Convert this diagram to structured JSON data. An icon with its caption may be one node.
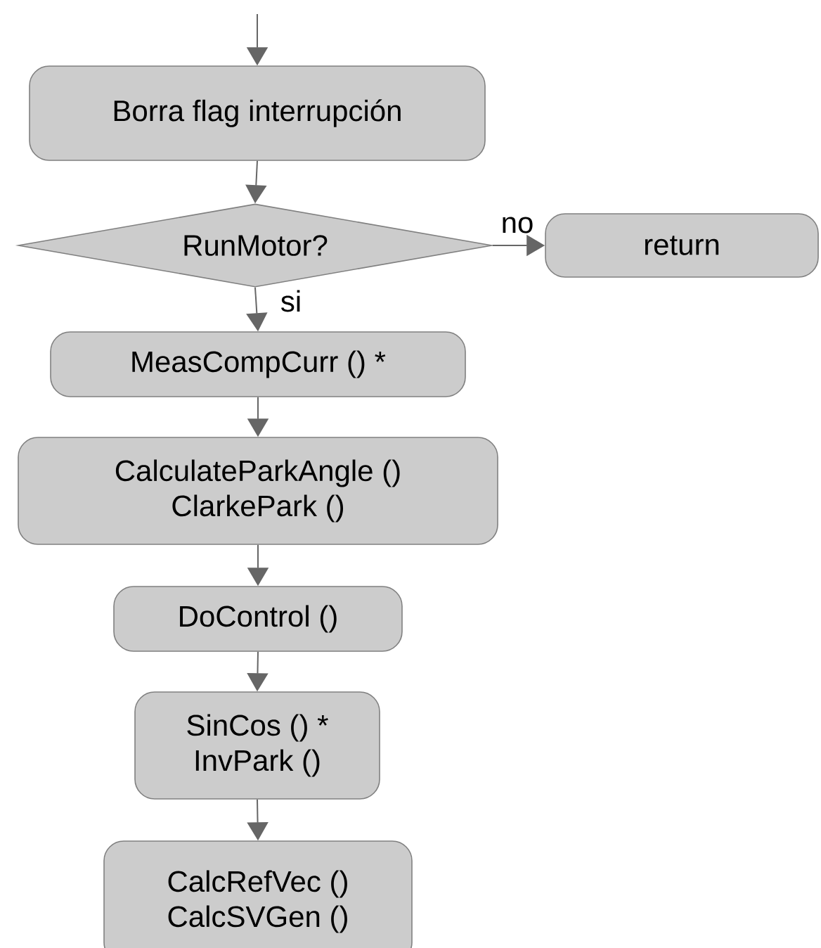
{
  "diagram": {
    "nodes": [
      {
        "text": [
          "Borra flag interrupción"
        ]
      },
      {
        "text": [
          "RunMotor?"
        ]
      },
      {
        "text": [
          "return"
        ]
      },
      {
        "text": [
          "MeasCompCurr () *"
        ]
      },
      {
        "text": [
          "CalculateParkAngle ()",
          "ClarkePark ()"
        ]
      },
      {
        "text": [
          "DoControl ()"
        ]
      },
      {
        "text": [
          "SinCos () *",
          "InvPark ()"
        ]
      },
      {
        "text": [
          "CalcRefVec ()",
          "CalcSVGen ()"
        ]
      }
    ],
    "edges": [
      {
        "from": null,
        "to": 0,
        "arrow": "to"
      },
      {
        "from": 0,
        "to": 1,
        "arrow": "to"
      },
      {
        "from": 1,
        "to": 2,
        "arrow": "to",
        "label": "no"
      },
      {
        "from": 1,
        "to": 3,
        "arrow": "to",
        "label": "si"
      },
      {
        "from": 3,
        "to": 4,
        "arrow": "to"
      },
      {
        "from": 4,
        "to": 5,
        "arrow": "to"
      },
      {
        "from": 5,
        "to": 6,
        "arrow": "to"
      },
      {
        "from": 6,
        "to": 7,
        "arrow": "to"
      }
    ]
  }
}
